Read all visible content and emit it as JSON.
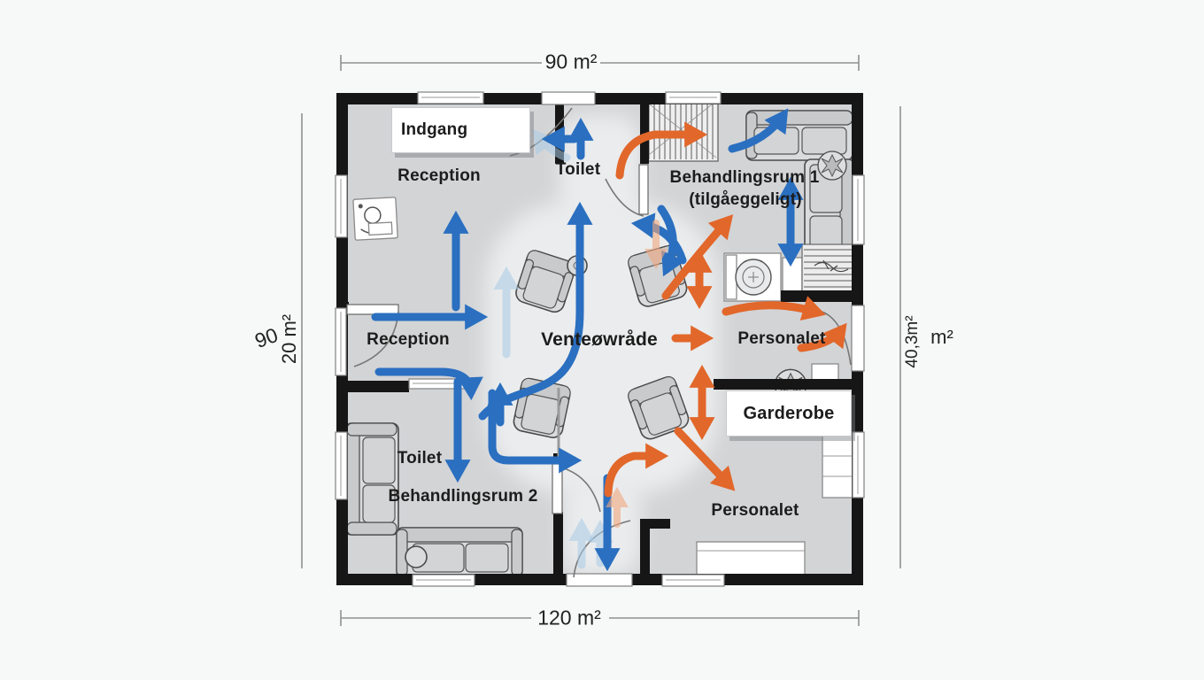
{
  "labels": {
    "indgang": "Indgang",
    "reception_top": "Reception",
    "toilet_top": "Toilet",
    "room1_line1": "Behandlingsrum 1",
    "room1_line2": "(tilgåeggeligt)",
    "reception_mid": "Reception",
    "waiting": "Venteøwråde",
    "staff_mid": "Personalet",
    "toilet_bottom": "Toilet",
    "room2": "Behandlingsrum 2",
    "wardrobe": "Garderobe",
    "staff_bottom": "Personalet"
  },
  "dimensions": {
    "top": "90 m²",
    "bottom": "120 m²",
    "left_tilted": "90",
    "left_vertical": "20 m²",
    "right_vertical": "40,3m²",
    "right_label": "m²"
  },
  "colors": {
    "flow_blue": "#2a6fc0",
    "flow_blue_light": "#a9cbe7",
    "flow_orange": "#e2672a",
    "flow_orange_light": "#f2a87e",
    "wall": "#161616",
    "room_fill": "#d3d4d6",
    "waiting_fill": "#eaeced",
    "canvas": "#f7f8f8"
  },
  "icons": {
    "chair": "armchair-icon",
    "sofa": "sofa-icon",
    "plant": "plant-icon",
    "toilet": "toilet-icon",
    "reception_desk": "reception-desk-icon",
    "closet": "wardrobe-closet-icon",
    "door": "door-arc-icon"
  }
}
